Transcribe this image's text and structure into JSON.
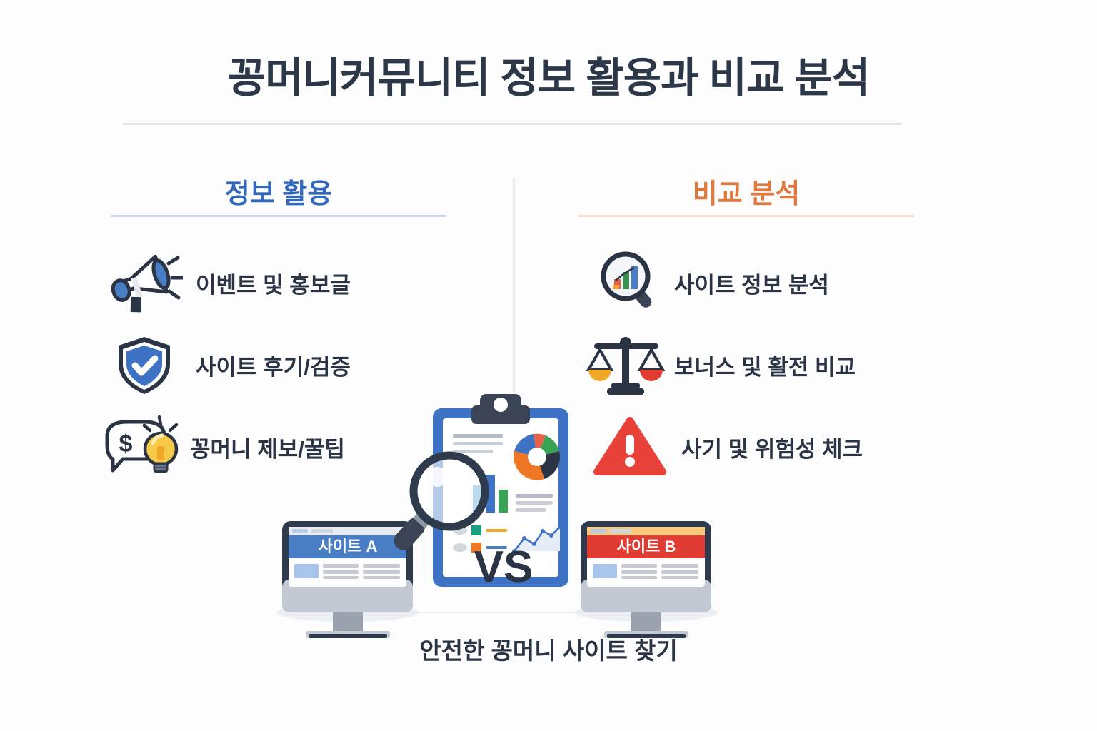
{
  "title": "꽁머니커뮤니티 정보 활용과 비교 분석",
  "columns": {
    "left": {
      "heading": "정보 활용",
      "accent": "#3267ba",
      "items": [
        {
          "label": "이벤트 및 홍보글",
          "icon": "megaphone-icon"
        },
        {
          "label": "사이트 후기/검증",
          "icon": "shield-check-icon"
        },
        {
          "label": "꽁머니 제보/꿀팁",
          "icon": "speech-bubble-lightbulb-icon"
        }
      ]
    },
    "right": {
      "heading": "비교 분석",
      "accent": "#e0793f",
      "items": [
        {
          "label": "사이트 정보 분석",
          "icon": "magnifier-chart-icon"
        },
        {
          "label": "보너스 및 활전 비교",
          "icon": "balance-scale-icon"
        },
        {
          "label": "사기 및 위험성 체크",
          "icon": "warning-triangle-icon"
        }
      ]
    }
  },
  "scene": {
    "monitor_a": {
      "label": "사이트 A",
      "banner_color": "#4a7ec4"
    },
    "monitor_b": {
      "label": "사이트 B",
      "banner_color": "#e03c33"
    },
    "vs_label": "VS",
    "clipboard_icon": "clipboard-report-icon",
    "magnifier_icon": "magnifier-icon"
  },
  "caption": "안전한 꽁머니 사이트 찾기",
  "colors": {
    "title_text": "#2c3748",
    "body_text": "#2b3445",
    "blue_accent": "#3267ba",
    "orange_accent": "#e0793f",
    "red": "#e8413a",
    "yellow": "#f6b93b",
    "green": "#3aa355",
    "divider": "#e2e4e8"
  }
}
